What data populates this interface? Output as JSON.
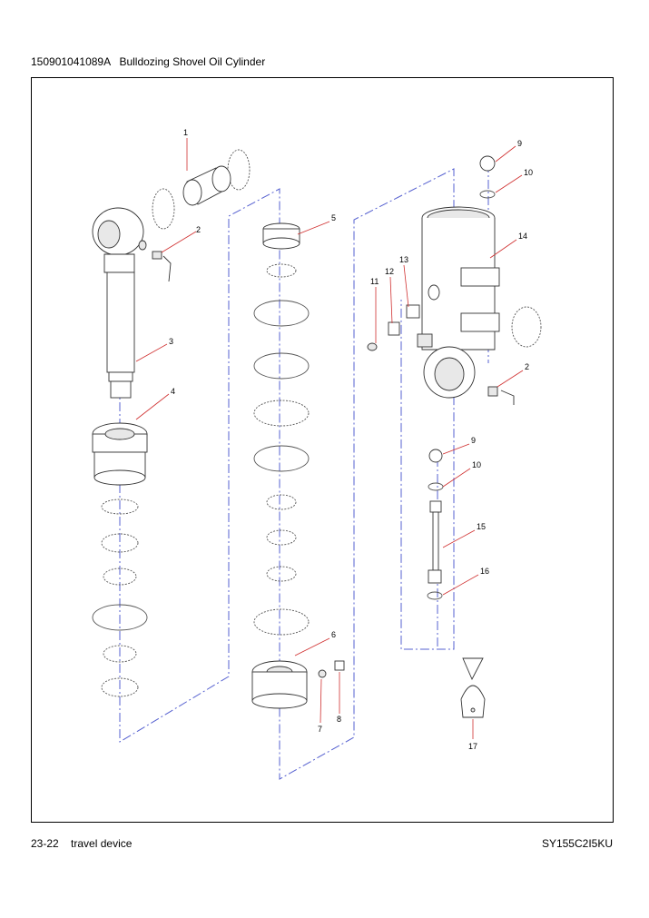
{
  "header": {
    "part_number": "150901041089A",
    "title": "Bulldozing Shovel Oil Cylinder"
  },
  "footer": {
    "page": "23-22",
    "section": "travel device",
    "model": "SY155C2I5KU"
  },
  "callouts": [
    "1",
    "2",
    "3",
    "4",
    "5",
    "6",
    "7",
    "8",
    "9",
    "10",
    "11",
    "12",
    "13",
    "14",
    "2",
    "9",
    "10",
    "15",
    "16",
    "17"
  ],
  "colors": {
    "centerline": "#5560d0",
    "leader": "#d03030",
    "line": "#333333"
  }
}
